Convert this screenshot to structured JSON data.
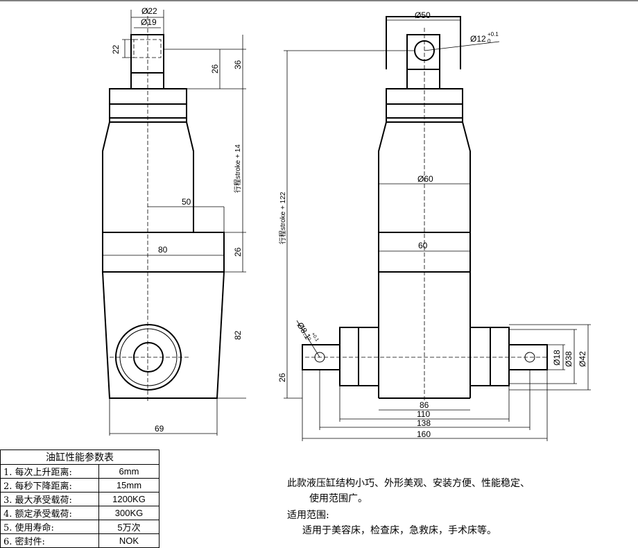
{
  "drawing": {
    "left_view_dims": {
      "d22": "Ø22",
      "d19": "Ø19",
      "h22": "22",
      "h26": "26",
      "h36": "36",
      "stroke14": "行程stroke + 14",
      "w50": "50",
      "w80": "80",
      "h26b": "26",
      "h82": "82",
      "w69": "69"
    },
    "right_view_dims": {
      "d50": "Ø50",
      "d12": "Ø12",
      "d12_tol_upper": "+0.1",
      "d12_tol_lower": "0",
      "stroke122": "行程stroke + 122",
      "d60": "Ø60",
      "w60": "60",
      "d8": "Ø8.1",
      "d8_tol_upper": "+0.1",
      "d8_tol_lower": "0",
      "h26": "26",
      "w86": "86",
      "w110": "110",
      "w138": "138",
      "w160": "160",
      "d18": "Ø18",
      "d38": "Ø38",
      "d42": "Ø42"
    }
  },
  "spec_table": {
    "title": "油缸性能参数表",
    "rows": [
      {
        "key": "1. 每次上升距离:",
        "value": "6mm"
      },
      {
        "key": "2. 每秒下降距离:",
        "value": "15mm"
      },
      {
        "key": "3. 最大承受载荷:",
        "value": "1200KG"
      },
      {
        "key": "4. 额定承受载荷:",
        "value": "300KG"
      },
      {
        "key": "5. 使用寿命:",
        "value": "5万次"
      },
      {
        "key": "6. 密封件:",
        "value": "NOK"
      }
    ]
  },
  "description": {
    "line1": "此款液压缸结构小巧、外形美观、安装方便、性能稳定、",
    "line2": "使用范围广。",
    "usage_title": "适用范围:",
    "usage_text": "适用于美容床，检查床，急救床，手术床等。"
  }
}
